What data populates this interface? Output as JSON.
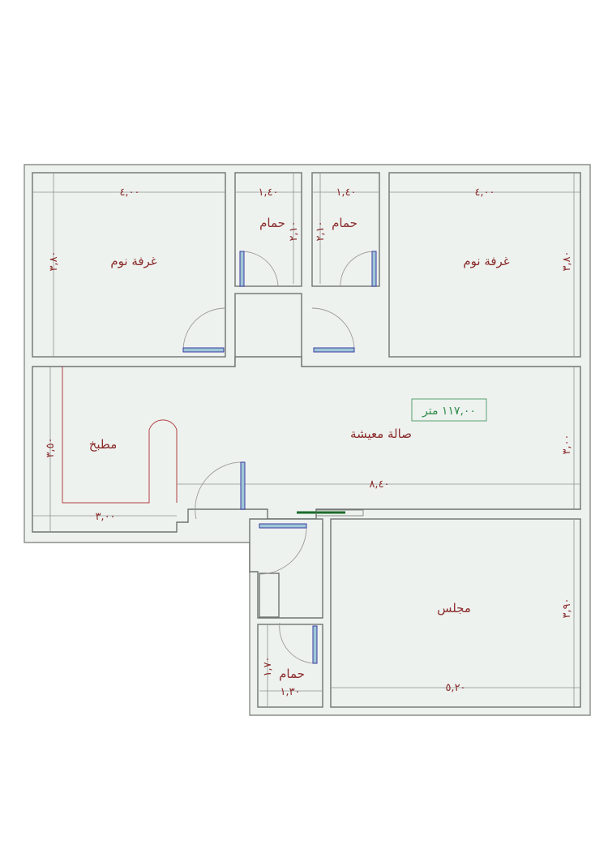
{
  "plan": {
    "total_area": "١١٧,٠٠ متر",
    "colors": {
      "label": "#8a2b2b",
      "area": "#2e8b4a",
      "wall": "#6f7470",
      "door": "#3a3aa0"
    },
    "rooms": {
      "bedroom_left": {
        "name": "غرفة نوم",
        "width": "٤,٠٠",
        "length": "٣,٨٠"
      },
      "bath_left": {
        "name": "حمام",
        "width": "١,٤٠",
        "length": "٢,١٠"
      },
      "bath_right": {
        "name": "حمام",
        "width": "١,٤٠",
        "length": "٢,١٠"
      },
      "bedroom_right": {
        "name": "غرفة نوم",
        "width": "٤,٠٠",
        "length": "٣,٨٠"
      },
      "living": {
        "name": "صالة معيشة",
        "width": "٨,٤٠",
        "length": "٣,٠٠"
      },
      "kitchen": {
        "name": "مطبخ",
        "width": "٣,٠٠",
        "length": "٣,٥٠"
      },
      "majlis": {
        "name": "مجلس",
        "width": "٥,٢٠",
        "length": "٣,٩٠"
      },
      "bath_small": {
        "name": "حمام",
        "width": "١,٣٠",
        "length": "١,٧٠"
      }
    }
  }
}
